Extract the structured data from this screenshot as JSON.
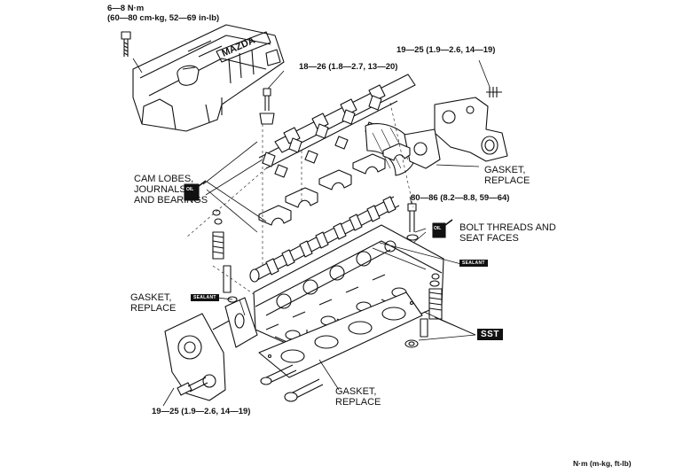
{
  "torque_cover": {
    "line1": "6—8 N·m",
    "line2": "(60—80 cm-kg, 52—69 in-lb)"
  },
  "torque_cam_cap": "18—26 (1.8—2.7, 13—20)",
  "torque_housing": "19—25 (1.9—2.6, 14—19)",
  "torque_head_bolt": "80—86 (8.2—8.8, 59—64)",
  "torque_plate": "19—25 (1.9—2.6, 14—19)",
  "callout_cam": {
    "line1": "CAM LOBES,",
    "line2": "JOURNALS,",
    "line3": "AND BEARINGS"
  },
  "callout_bolt": {
    "line1": "BOLT THREADS AND",
    "line2": "SEAT FACES"
  },
  "callout_gasket_housing": {
    "line1": "GASKET,",
    "line2": "REPLACE"
  },
  "callout_gasket_left": {
    "line1": "GASKET,",
    "line2": "REPLACE"
  },
  "callout_gasket_head": {
    "line1": "GASKET,",
    "line2": "REPLACE"
  },
  "sst_label": "SST",
  "sealant_label": "SEALANT",
  "oil_label": "OIL",
  "units_note": "N·m (m-kg, ft-lb)",
  "cover_lettering": "MAZDA",
  "colors": {
    "ink": "#111111",
    "paper": "#ffffff"
  }
}
